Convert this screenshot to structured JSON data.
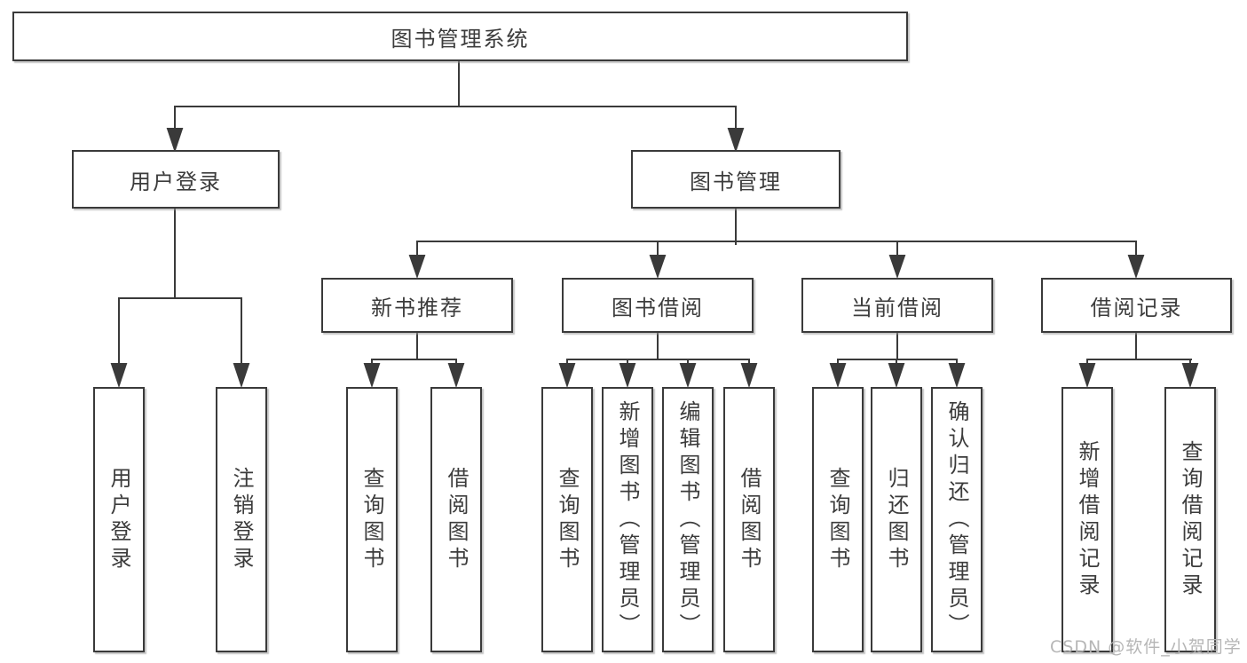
{
  "diagram": {
    "root": {
      "label": "图书管理系统"
    },
    "login_branch": {
      "label": "用户登录",
      "leaves": [
        "用户登录",
        "注销登录"
      ]
    },
    "mgmt_branch": {
      "label": "图书管理",
      "groups": [
        {
          "label": "新书推荐",
          "leaves": [
            "查询图书",
            "借阅图书"
          ]
        },
        {
          "label": "图书借阅",
          "leaves": [
            "查询图书",
            "新增图书（管理员）",
            "编辑图书（管理员）",
            "借阅图书"
          ]
        },
        {
          "label": "当前借阅",
          "leaves": [
            "查询图书",
            "归还图书",
            "确认归还（管理员）"
          ]
        },
        {
          "label": "借阅记录",
          "leaves": [
            "新增借阅记录",
            "查询借阅记录"
          ]
        }
      ]
    },
    "watermark": "CSDN @软件_小贺同学",
    "colors": {
      "line": "#3a3a3a",
      "text": "#3c3c3c",
      "node_fill": "#ffffff",
      "watermark": "#b2b2b2",
      "background": "#ffffff"
    }
  }
}
